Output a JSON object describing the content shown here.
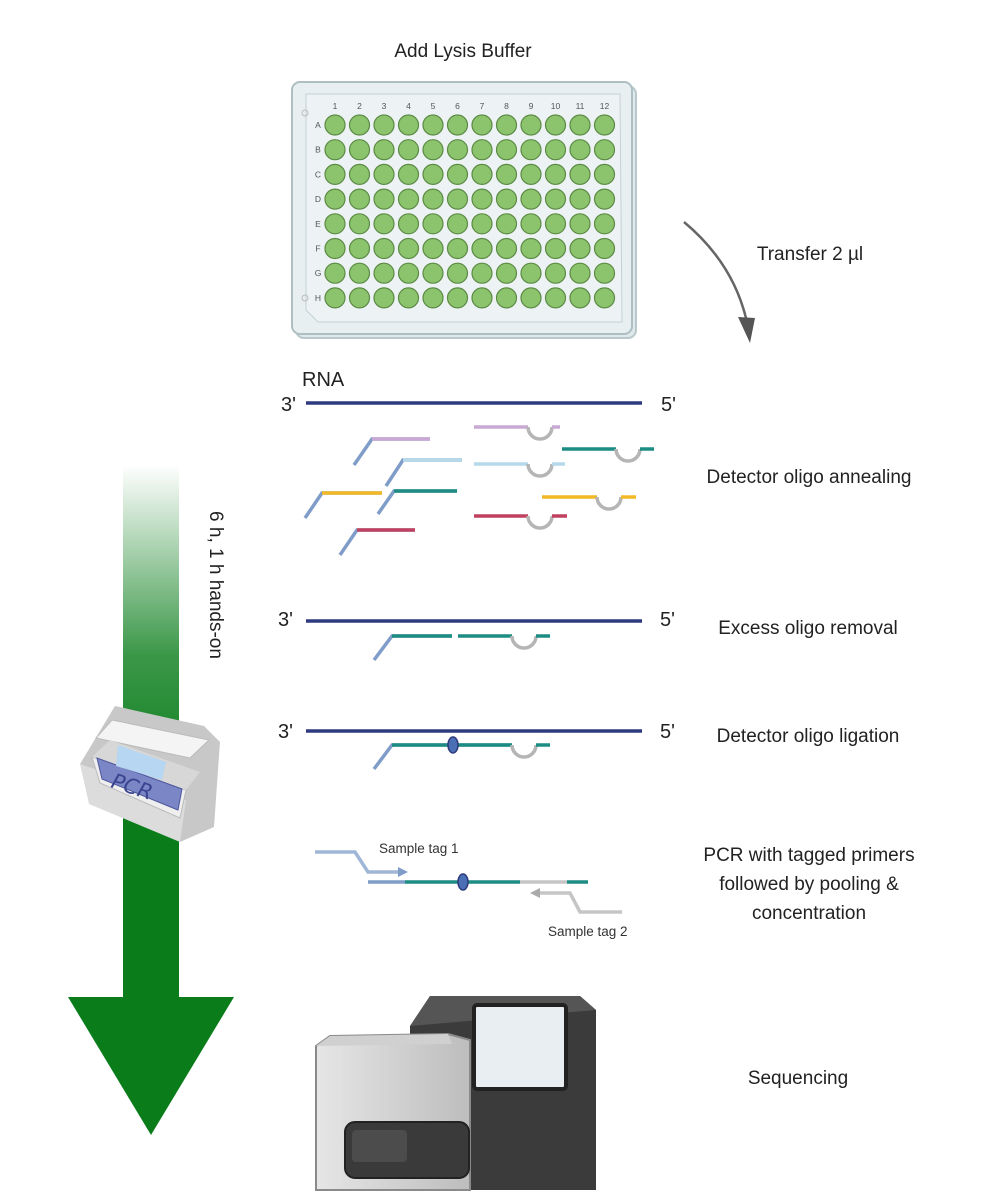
{
  "header": {
    "title": "Add Lysis Buffer"
  },
  "plate": {
    "columns": [
      "1",
      "2",
      "3",
      "4",
      "5",
      "6",
      "7",
      "8",
      "9",
      "10",
      "11",
      "12"
    ],
    "rows": [
      "A",
      "B",
      "C",
      "D",
      "E",
      "F",
      "G",
      "H"
    ],
    "well_color": "#8cc46d"
  },
  "transfer": {
    "label": "Transfer 2 µl"
  },
  "rna": {
    "label": "RNA",
    "end_3": "3'",
    "end_5": "5'"
  },
  "timeline": {
    "label": "6 h, 1 h hands-on",
    "arrow_color": "#0a7d1a"
  },
  "thermocycler": {
    "label": "PCR"
  },
  "steps": [
    {
      "name": "annealing",
      "label": "Detector oligo annealing"
    },
    {
      "name": "removal",
      "label": "Excess oligo removal",
      "end_3": "3'",
      "end_5": "5'"
    },
    {
      "name": "ligation",
      "label": "Detector oligo ligation",
      "end_3": "3'",
      "end_5": "5'"
    },
    {
      "name": "pcr",
      "label_lines": [
        "PCR with tagged primers",
        "followed by pooling &",
        "concentration"
      ],
      "tag1": "Sample tag 1",
      "tag2": "Sample tag 2"
    },
    {
      "name": "sequencing",
      "label": "Sequencing"
    }
  ],
  "colors": {
    "rna_strand": "#2e3a7d",
    "teal": "#1d8c82",
    "blue_arm": "#7f9dc8",
    "lilac": "#c9a9d4",
    "light_blue": "#b6d9ea",
    "yellow": "#f2b926",
    "red": "#c0415f",
    "loop_gray": "#b5b5b5"
  }
}
